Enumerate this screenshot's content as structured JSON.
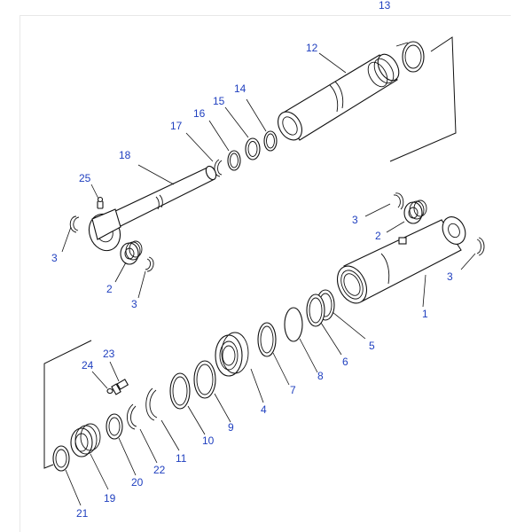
{
  "diagram": {
    "callouts": [
      {
        "id": "c13",
        "text": "13"
      },
      {
        "id": "c12",
        "text": "12"
      },
      {
        "id": "c14",
        "text": "14"
      },
      {
        "id": "c15",
        "text": "15"
      },
      {
        "id": "c16",
        "text": "16"
      },
      {
        "id": "c17",
        "text": "17"
      },
      {
        "id": "c18",
        "text": "18"
      },
      {
        "id": "c25",
        "text": "25"
      },
      {
        "id": "c3a",
        "text": "3"
      },
      {
        "id": "c2a",
        "text": "2"
      },
      {
        "id": "c3b",
        "text": "3"
      },
      {
        "id": "c3c",
        "text": "3"
      },
      {
        "id": "c2b",
        "text": "2"
      },
      {
        "id": "c3d",
        "text": "3"
      },
      {
        "id": "c1",
        "text": "1"
      },
      {
        "id": "c5",
        "text": "5"
      },
      {
        "id": "c6",
        "text": "6"
      },
      {
        "id": "c8",
        "text": "8"
      },
      {
        "id": "c7",
        "text": "7"
      },
      {
        "id": "c4",
        "text": "4"
      },
      {
        "id": "c9",
        "text": "9"
      },
      {
        "id": "c10",
        "text": "10"
      },
      {
        "id": "c11",
        "text": "11"
      },
      {
        "id": "c22",
        "text": "22"
      },
      {
        "id": "c20",
        "text": "20"
      },
      {
        "id": "c19",
        "text": "19"
      },
      {
        "id": "c21",
        "text": "21"
      },
      {
        "id": "c24",
        "text": "24"
      },
      {
        "id": "c23",
        "text": "23"
      }
    ]
  }
}
